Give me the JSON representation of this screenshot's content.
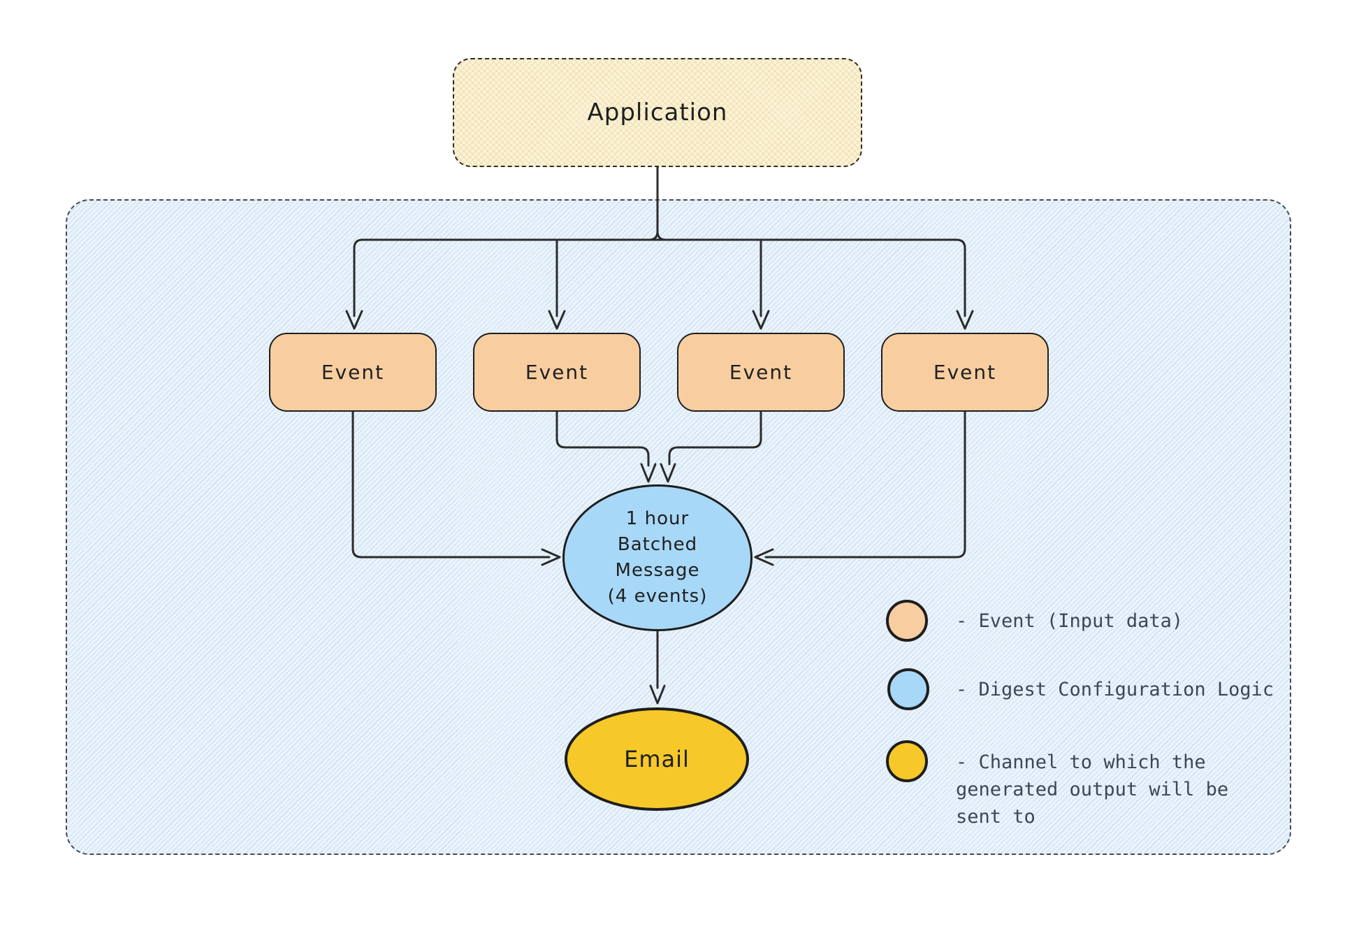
{
  "diagram": {
    "application": {
      "label": "Application"
    },
    "events": [
      {
        "label": "Event"
      },
      {
        "label": "Event"
      },
      {
        "label": "Event"
      },
      {
        "label": "Event"
      }
    ],
    "digest": {
      "label": "1 hour\nBatched\nMessage\n(4 events)"
    },
    "channel": {
      "label": "Email"
    },
    "legend": {
      "items": [
        {
          "icon": "event-swatch",
          "color": "#f8cea1",
          "label": "- Event (Input data)"
        },
        {
          "icon": "digest-swatch",
          "color": "#a8d8f7",
          "label": "- Digest Configuration Logic"
        },
        {
          "icon": "channel-swatch",
          "color": "#f6c829",
          "label": "- Channel to which the\ngenerated output will be\nsent to"
        }
      ]
    },
    "colors": {
      "application_fill": "#fbf3d8",
      "event_fill": "#f8cea1",
      "digest_fill": "#a8d8f7",
      "channel_fill": "#f6c829",
      "container_fill": "#eaf3fb",
      "stroke": "#2b2b2b",
      "legend_text": "#3e4653"
    }
  }
}
